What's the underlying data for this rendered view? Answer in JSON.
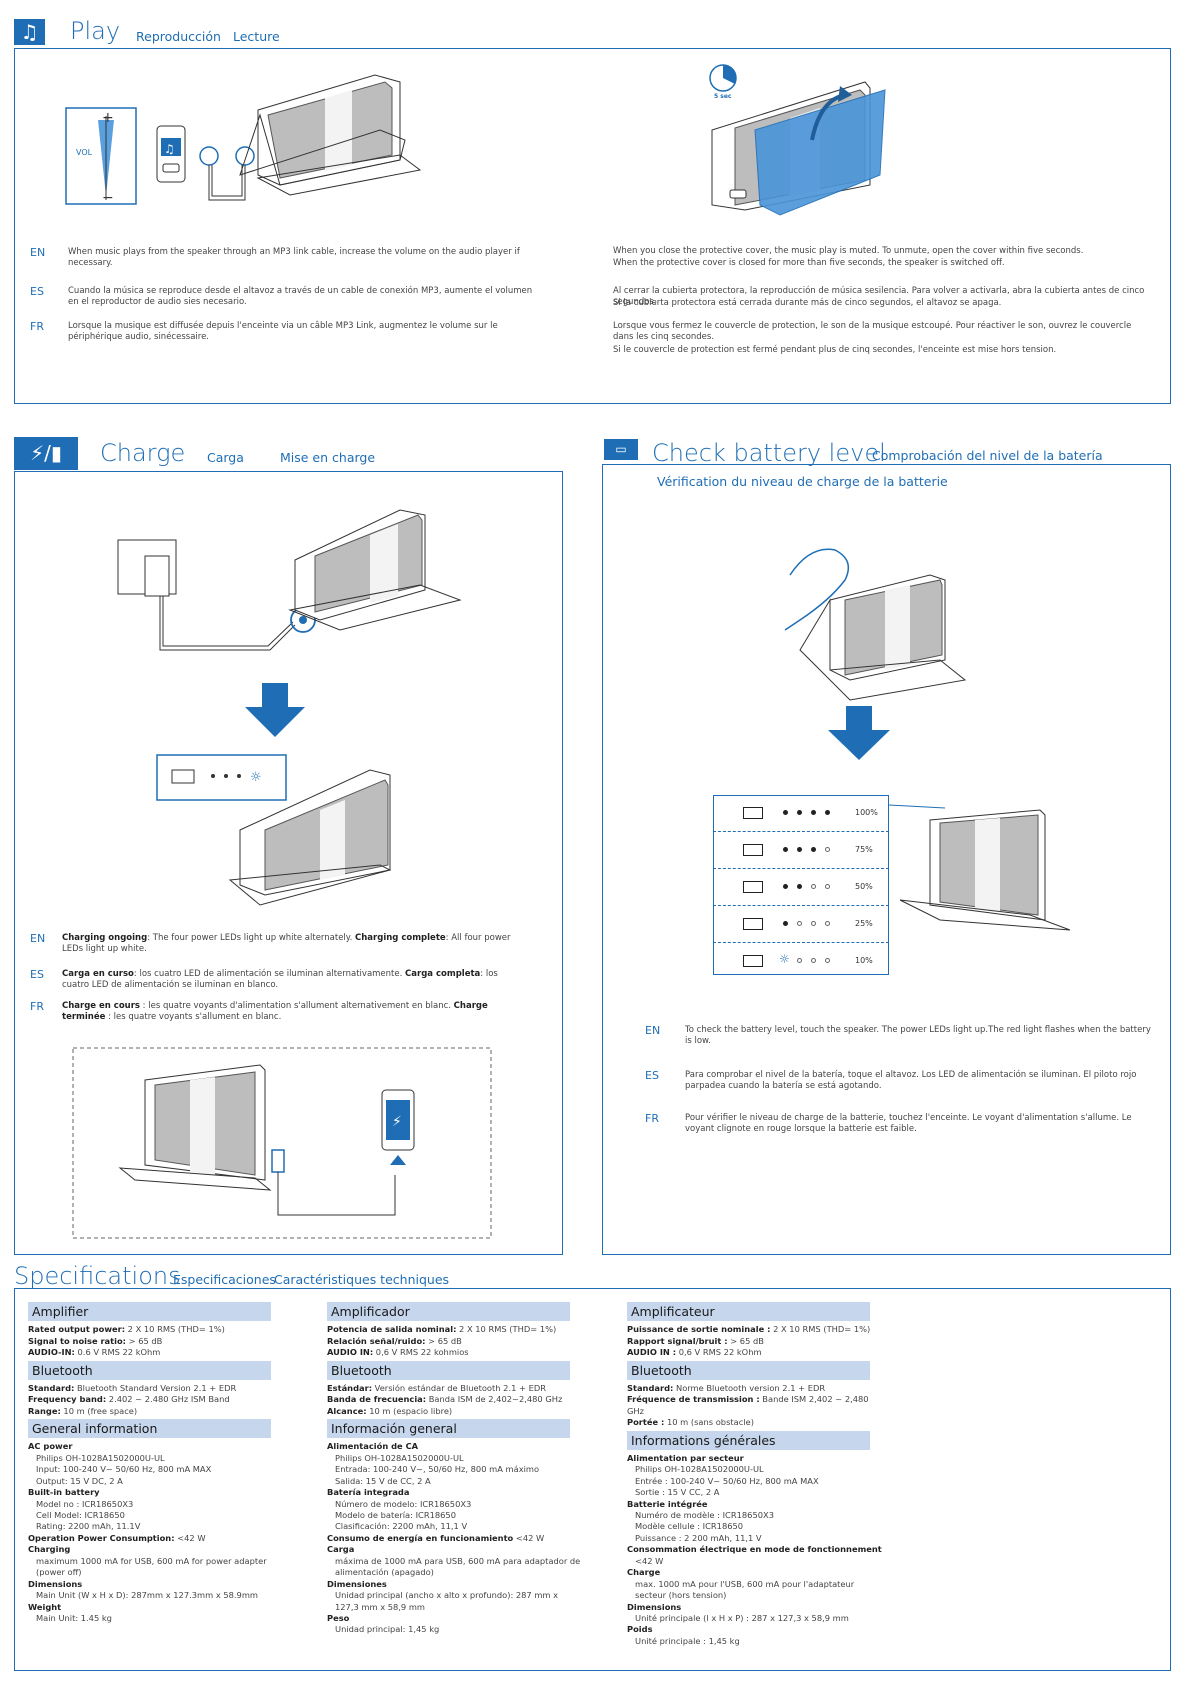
{
  "play": {
    "title": "Play",
    "sub_es": "Reproducción",
    "sub_fr": "Lecture",
    "vol_label": "VOL",
    "timer_label": "5 sec",
    "left": {
      "en_tag": "EN",
      "en": "When music plays from the speaker through an MP3 link cable,  increase the volume on the audio player if necessary.",
      "es_tag": "ES",
      "es": "Cuando la música se reproduce desde el altavoz a través de un cable de conexión MP3, aumente el volumen en el reproductor de audio sies necesario.",
      "fr_tag": "FR",
      "fr": "Lorsque la musique est diffusée depuis l'enceinte via un câble MP3 Link, augmentez le volume sur le périphérique audio, sinécessaire."
    },
    "right": {
      "en1": "When you close the protective cover, the music play is muted. To unmute, open the cover within five seconds.",
      "en2": "When the protective cover is closed for more than five seconds,  the speaker is switched off.",
      "es1": "Al cerrar la cubierta protectora, la reproducción de música sesilencia. Para volver a activarla, abra la cubierta antes de cinco segundos.",
      "es2": "Si la cubierta protectora está cerrada durante más de cinco segundos, el altavoz se apaga.",
      "fr1": "Lorsque vous fermez le couvercle de protection, le son de la musique estcoupé. Pour réactiver le son, ouvrez le couvercle dans les cinq secondes.",
      "fr2": "Si le couvercle de protection est fermé pendant plus de cinq secondes, l'enceinte est mise hors tension."
    }
  },
  "charge": {
    "title": "Charge",
    "sub_es": "Carga",
    "sub_fr": "Mise en charge",
    "en_tag": "EN",
    "en_b1": "Charging ongoing",
    "en_t1": ": The four power LEDs light up white alternately. ",
    "en_b2": "Charging complete",
    "en_t2": ":  All four power LEDs light up white.",
    "es_tag": "ES",
    "es_b1": "Carga en curso",
    "es_t1": ": los cuatro LED de alimentación se iluminan alternativamente. ",
    "es_b2": "Carga completa",
    "es_t2": ": los cuatro LED de alimentación se iluminan en blanco.",
    "fr_tag": "FR",
    "fr_b1": "Charge en cours",
    "fr_t1": " : les quatre voyants d'alimentation s'allument alternativement en blanc. ",
    "fr_b2": "Charge terminée",
    "fr_t2": " : les quatre voyants s'allument en blanc."
  },
  "battery": {
    "title": "Check battery level",
    "sub_es": "Comprobación del nivel de la batería",
    "sub_fr": "Vérification du niveau de charge de la batterie",
    "levels": [
      {
        "label": "100%",
        "lit": 4,
        "blink": false
      },
      {
        "label": "75%",
        "lit": 3,
        "blink": false
      },
      {
        "label": "50%",
        "lit": 2,
        "blink": false
      },
      {
        "label": "25%",
        "lit": 1,
        "blink": false
      },
      {
        "label": "10%",
        "lit": 0,
        "blink": true
      }
    ],
    "en_tag": "EN",
    "en": "To check the battery level, touch the speaker. The power LEDs light up.The red light flashes when the battery is low.",
    "es_tag": "ES",
    "es": "Para comprobar el nivel de la batería, toque el altavoz. Los LED de alimentación se iluminan. El piloto rojo parpadea cuando la batería se está agotando.",
    "fr_tag": "FR",
    "fr": "Pour vérifier le niveau de charge de la batterie, touchez l'enceinte.  Le voyant d'alimentation s'allume. Le voyant clignote en rouge lorsque la batterie est faible."
  },
  "specs": {
    "title": "Specifications",
    "sub_es": "Especificaciones",
    "sub_fr": "Caractéristiques techniques",
    "en": {
      "amp_h": "Amplifier",
      "amp1_l": "Rated output power:",
      "amp1_v": " 2 X 10 RMS (THD= 1%)",
      "amp2_l": "Signal to noise ratio:",
      "amp2_v": "  > 65 dB",
      "amp3_l": "AUDIO-IN:",
      "amp3_v": " 0.6 V RMS 22 kOhm",
      "bt_h": "Bluetooth",
      "bt1_l": "Standard:",
      "bt1_v": " Bluetooth Standard Version 2.1 + EDR",
      "bt2_l": "Frequency band:",
      "bt2_v": " 2.402 ~ 2.480 GHz ISM Band",
      "bt3_l": "Range:",
      "bt3_v": " 10 m (free space)",
      "gen_h": "General information",
      "ac_l": "AC power",
      "ac1": "Philips OH-1028A1502000U-UL",
      "ac2": "Input: 100-240 V~ 50/60 Hz, 800 mA MAX",
      "ac3": "Output: 15 V DC, 2 A",
      "bi_l": "Built-in battery",
      "bi1": "Model no : ICR18650X3",
      "bi2": "Cell Model: ICR18650",
      "bi3": "Rating: 2200 mAh, 11.1V",
      "op_l": "Operation Power Consumption:",
      "op_v": " <42 W",
      "ch_l": "Charging",
      "ch1": "maximum 1000 mA for USB, 600 mA for power adapter (power off)",
      "dim_l": "Dimensions",
      "dim1": "Main Unit (W x H x D): 287mm x 127.3mm x 58.9mm",
      "wt_l": "Weight",
      "wt1": "Main Unit: 1.45 kg"
    },
    "es": {
      "amp_h": "Amplificador",
      "amp1_l": "Potencia de salida nominal:",
      "amp1_v": " 2 X 10 RMS (THD= 1%)",
      "amp2_l": "Relación señal/ruido:",
      "amp2_v": "  > 65 dB",
      "amp3_l": "AUDIO IN:",
      "amp3_v": " 0,6 V RMS 22 kohmios",
      "bt_h": "Bluetooth",
      "bt1_l": "Estándar:",
      "bt1_v": " Versión estándar de Bluetooth 2.1 + EDR",
      "bt2_l": "Banda de frecuencia:",
      "bt2_v": " Banda ISM de 2,402~2,480 GHz",
      "bt3_l": "Alcance:",
      "bt3_v": " 10 m (espacio libre)",
      "gen_h": "Información general",
      "ac_l": "Alimentación de CA",
      "ac1": "Philips OH-1028A1502000U-UL",
      "ac2": "Entrada: 100-240 V~, 50/60 Hz, 800 mA máximo",
      "ac3": "Salida: 15 V de CC,  2 A",
      "bi_l": "Batería integrada",
      "bi1": "Número de modelo: ICR18650X3",
      "bi2": "Modelo de batería: ICR18650",
      "bi3": "Clasificación: 2200 mAh, 11,1 V",
      "op_l": "Consumo de energía en funcionamiento",
      "op_v": "  <42 W",
      "ch_l": "Carga",
      "ch1": "máxima de 1000 mA para USB, 600 mA para adaptador de alimentación (apagado)",
      "dim_l": "Dimensiones",
      "dim1": "Unidad principal (ancho x alto x profundo): 287 mm x 127,3 mm x 58,9 mm",
      "wt_l": "Peso",
      "wt1": "Unidad principal: 1,45 kg"
    },
    "fr": {
      "amp_h": "Amplificateur",
      "amp1_l": "Puissance de sortie nominale :",
      "amp1_v": " 2 X 10 RMS (THD= 1%)",
      "amp2_l": "Rapport signal/bruit :",
      "amp2_v": "   > 65 dB",
      "amp3_l": "AUDIO IN :",
      "amp3_v": " 0,6 V RMS 22 kOhm",
      "bt_h": "Bluetooth",
      "bt1_l": "Standard:",
      "bt1_v": " Norme Bluetooth version 2.1 + EDR",
      "bt2_l": "Fréquence de transmission :",
      "bt2_v": "  Bande ISM 2,402 ~ 2,480 GHz",
      "bt3_l": "Portée :",
      "bt3_v": " 10 m (sans obstacle)",
      "gen_h": "Informations générales",
      "ac_l": "Alimentation par secteur",
      "ac1": "Philips OH-1028A1502000U-UL",
      "ac2": "Entrée : 100-240 V~ 50/60 Hz, 800 mA MAX",
      "ac3": "Sortie : 15 V CC,  2 A",
      "bi_l": "Batterie intégrée",
      "bi1": "Numéro de modèle : ICR18650X3",
      "bi2": "Modèle cellule : ICR18650",
      "bi3": "Puissance : 2 200 mAh, 11,1 V",
      "op_l": "Consommation électrique en mode de fonctionnement",
      "op_v": "<42 W",
      "ch_l": "Charge",
      "ch1": "max. 1000 mA pour l'USB, 600 mA pour l'adaptateur secteur (hors tension)",
      "dim_l": "Dimensions",
      "dim1": "Unité principale (l x H x P) : 287 x 127,3 x 58,9 mm",
      "wt_l": "Poids",
      "wt1": "Unité principale : 1,45 kg"
    }
  }
}
